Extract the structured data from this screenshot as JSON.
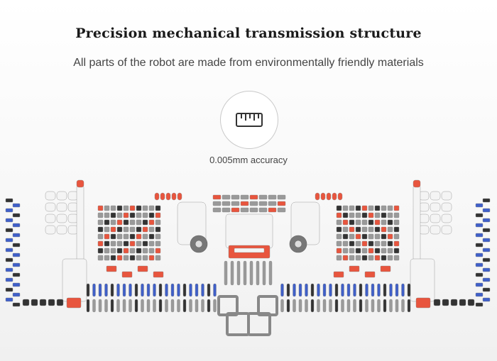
{
  "header": {
    "title": "Precision mechanical transmission structure",
    "subtitle": "All parts of the robot are made from environmentally friendly materials"
  },
  "feature": {
    "icon": "ruler-icon",
    "caption": "0.005mm accuracy"
  },
  "colors": {
    "red": "#e8553e",
    "blue": "#3f5fc8",
    "gray": "#9a9a9a",
    "dark": "#333333",
    "white": "#f4f4f4"
  }
}
